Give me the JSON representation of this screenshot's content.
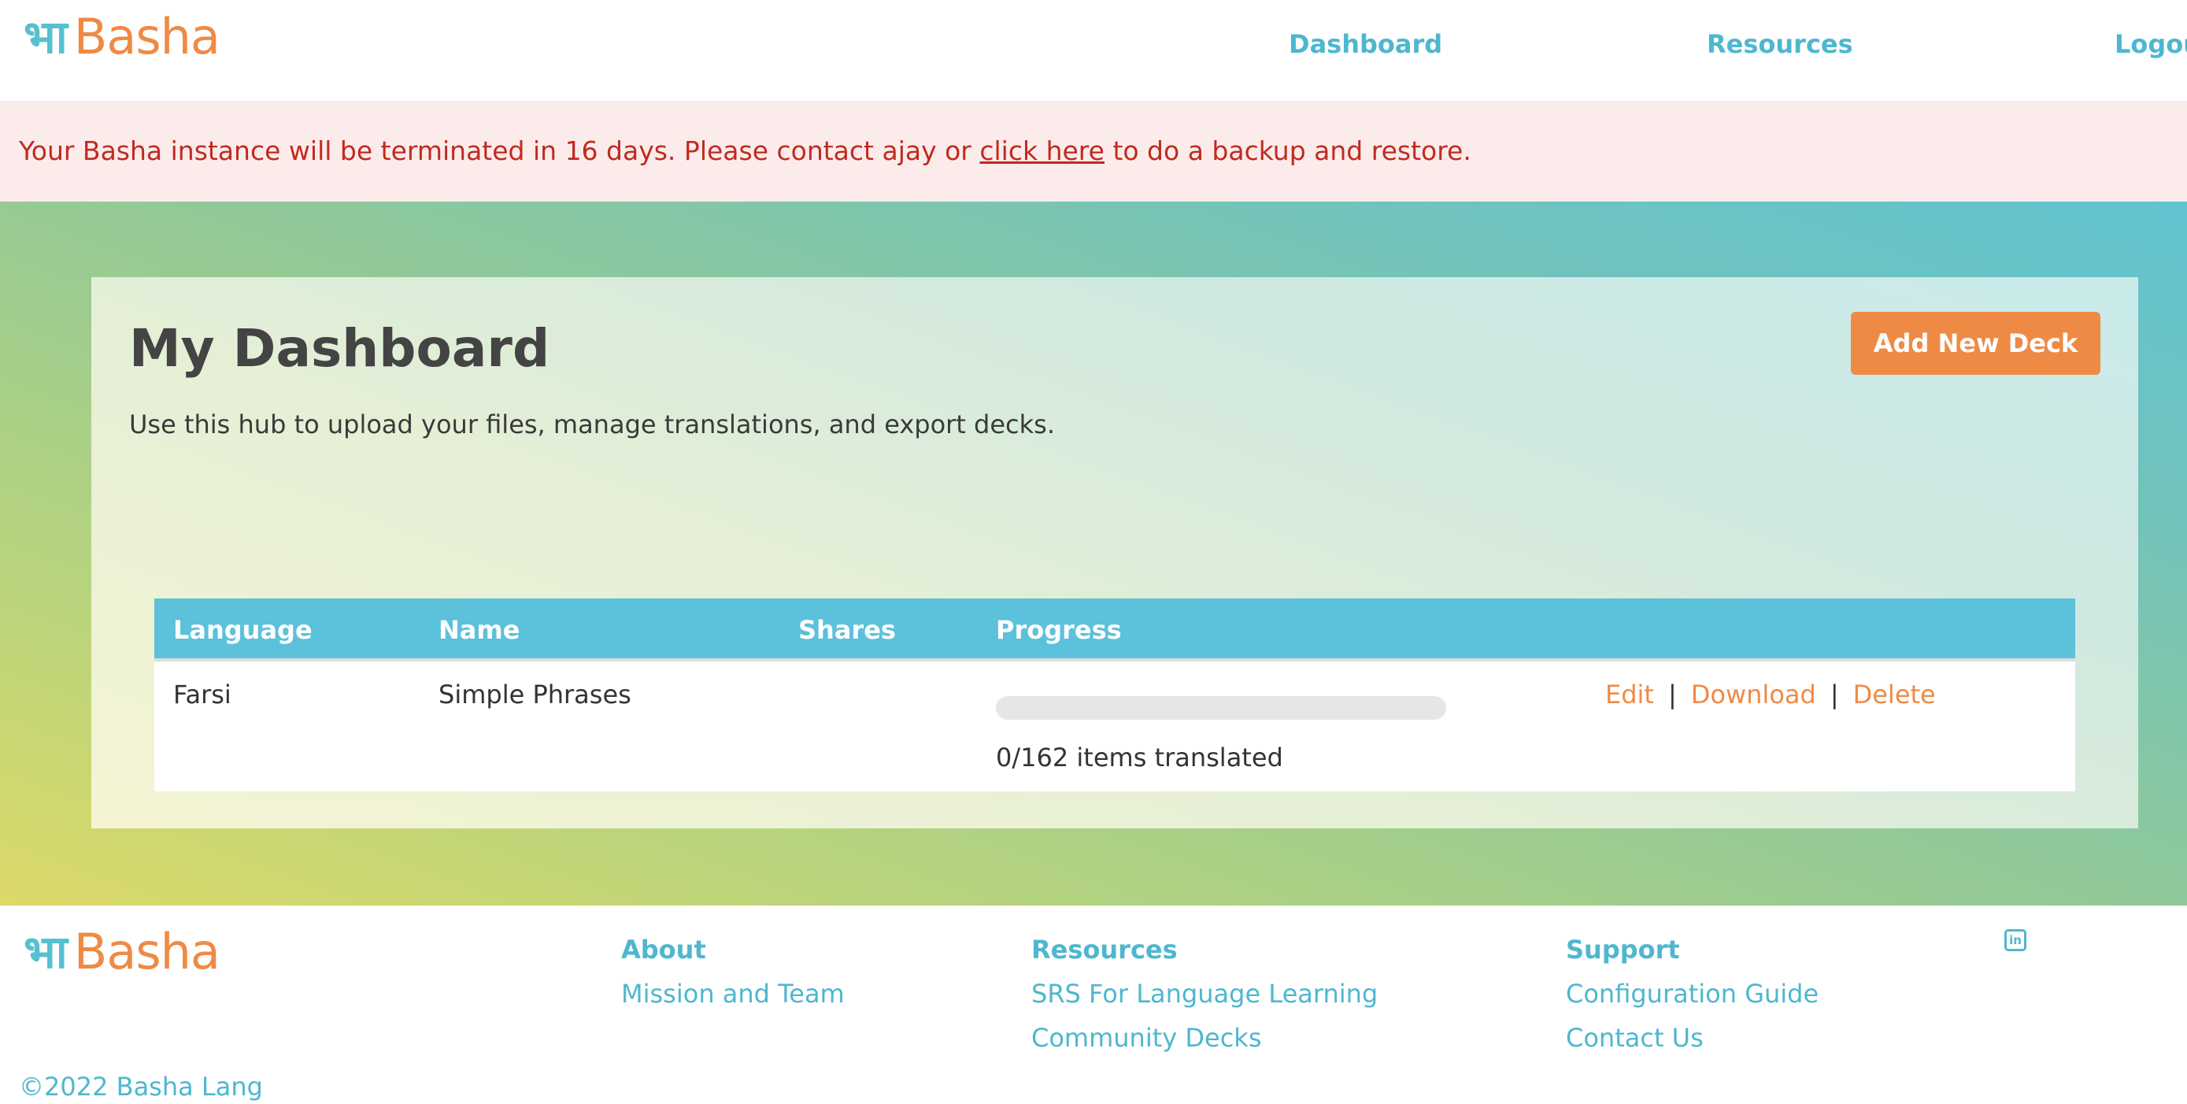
{
  "nav": {
    "logo_glyph": "भा",
    "logo_text": "Basha",
    "links": [
      "Dashboard",
      "Resources",
      "Logout"
    ]
  },
  "banner": {
    "text_before": "Your Basha instance will be terminated in 16 days. Please contact ajay or ",
    "link_text": "click here",
    "text_after": " to do a backup and restore."
  },
  "main": {
    "title": "My Dashboard",
    "subtitle": "Use this hub to upload your files, manage translations, and export decks.",
    "add_button": "Add New Deck"
  },
  "table": {
    "headers": [
      "Language",
      "Name",
      "Shares",
      "Progress"
    ],
    "rows": [
      {
        "language": "Farsi",
        "name": "Simple Phrases",
        "shares": "",
        "progress_fraction": 0,
        "progress_text": "0/162 items translated",
        "actions": [
          "Edit",
          "Download",
          "Delete"
        ],
        "separator": "|"
      }
    ]
  },
  "footer": {
    "logo_glyph": "भा",
    "logo_text": "Basha",
    "columns": [
      {
        "heading": "About",
        "links": [
          "Mission and Team"
        ]
      },
      {
        "heading": "Resources",
        "links": [
          "SRS For Language Learning",
          "Community Decks"
        ]
      },
      {
        "heading": "Support",
        "links": [
          "Configuration Guide",
          "Contact Us"
        ]
      }
    ],
    "social_icon": "linkedin-icon",
    "social_glyph": "in",
    "copyright": "©2022 Basha Lang"
  },
  "colors": {
    "brand_orange": "#ef8a45",
    "brand_teal": "#4eb7cf",
    "table_header": "#5cc1db",
    "alert_text": "#c12a1f",
    "alert_bg": "#fcebeb"
  }
}
